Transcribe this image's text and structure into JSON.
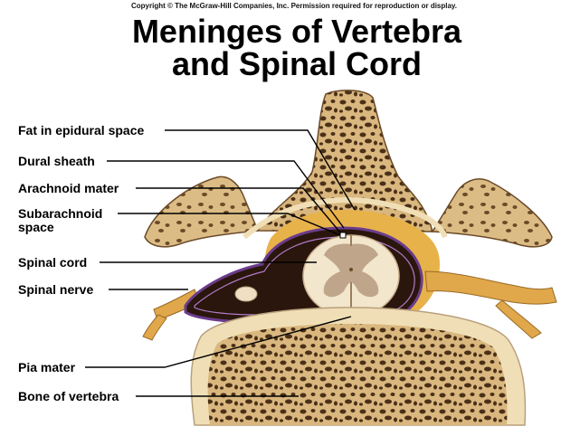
{
  "copyright": "Copyright © The McGraw-Hill Companies, Inc. Permission required for reproduction or display.",
  "title": {
    "line1": "Meninges of Vertebra",
    "line2": "and Spinal Cord"
  },
  "labels": {
    "fat_epidural": "Fat in epidural space",
    "dural_sheath": "Dural sheath",
    "arachnoid": "Arachnoid mater",
    "subarachnoid_1": "Subarachnoid",
    "subarachnoid_2": "space",
    "spinal_cord": "Spinal cord",
    "spinal_nerve": "Spinal nerve",
    "pia_mater": "Pia mater",
    "bone": "Bone of vertebra"
  },
  "colors": {
    "bone": "#d9b77e",
    "bone_light": "#f0dfb6",
    "bone_dark": "#3e2b17",
    "fat": "#e8b24a",
    "cord": "#f2e6cd",
    "gray_matter": "#bfa68a",
    "dura": "#6a3c8c",
    "dark_space": "#2a160c"
  }
}
